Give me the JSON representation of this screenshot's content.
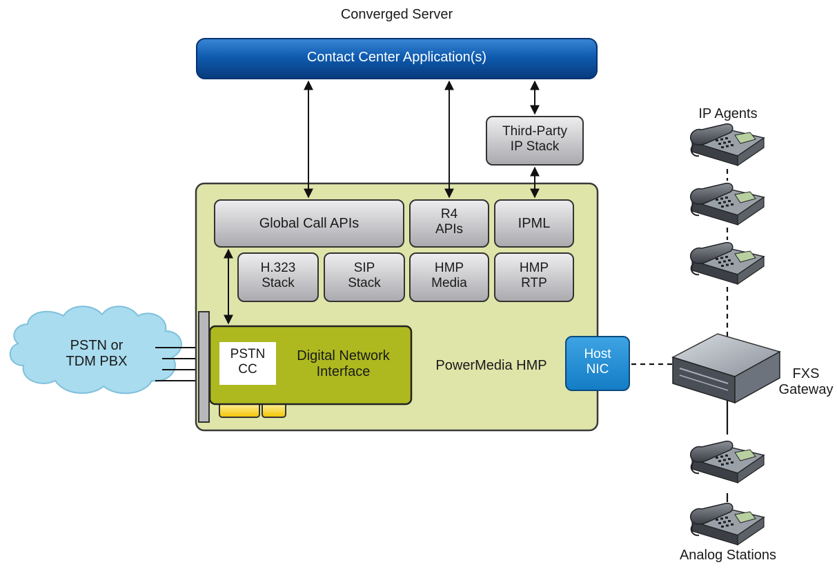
{
  "server": {
    "title": "Converged Server"
  },
  "contact_center": {
    "label": "Contact Center Application(s)"
  },
  "third_party": {
    "line1": "Third-Party",
    "line2": "IP Stack"
  },
  "hmp": {
    "label": "PowerMedia HMP"
  },
  "apis": {
    "global_call": "Global Call APIs",
    "r4_line1": "R4",
    "r4_line2": "APIs",
    "ipml": "IPML"
  },
  "stacks": {
    "h323_line1": "H.323",
    "h323_line2": "Stack",
    "sip_line1": "SIP",
    "sip_line2": "Stack",
    "hmp_media_line1": "HMP",
    "hmp_media_line2": "Media",
    "hmp_rtp_line1": "HMP",
    "hmp_rtp_line2": "RTP"
  },
  "card": {
    "pstn_line1": "PSTN",
    "pstn_line2": "CC",
    "dni_line1": "Digital Network",
    "dni_line2": "Interface"
  },
  "host_nic": {
    "line1": "Host",
    "line2": "NIC"
  },
  "pstn_cloud": {
    "line1": "PSTN or",
    "line2": "TDM PBX"
  },
  "ip_agents": {
    "label": "IP Agents"
  },
  "fxs": {
    "line1": "FXS",
    "line2": "Gateway"
  },
  "analog": {
    "label": "Analog Stations"
  },
  "colors": {
    "banner_blue": "#0b4f9c",
    "hmp_green": "#dfe4a9",
    "card_green": "#aeb91f",
    "nic_blue": "#1f8ad0",
    "gray_box": "#c8c8cc",
    "gold_contact": "#f2cf0e",
    "cloud": "#a9dcef"
  }
}
